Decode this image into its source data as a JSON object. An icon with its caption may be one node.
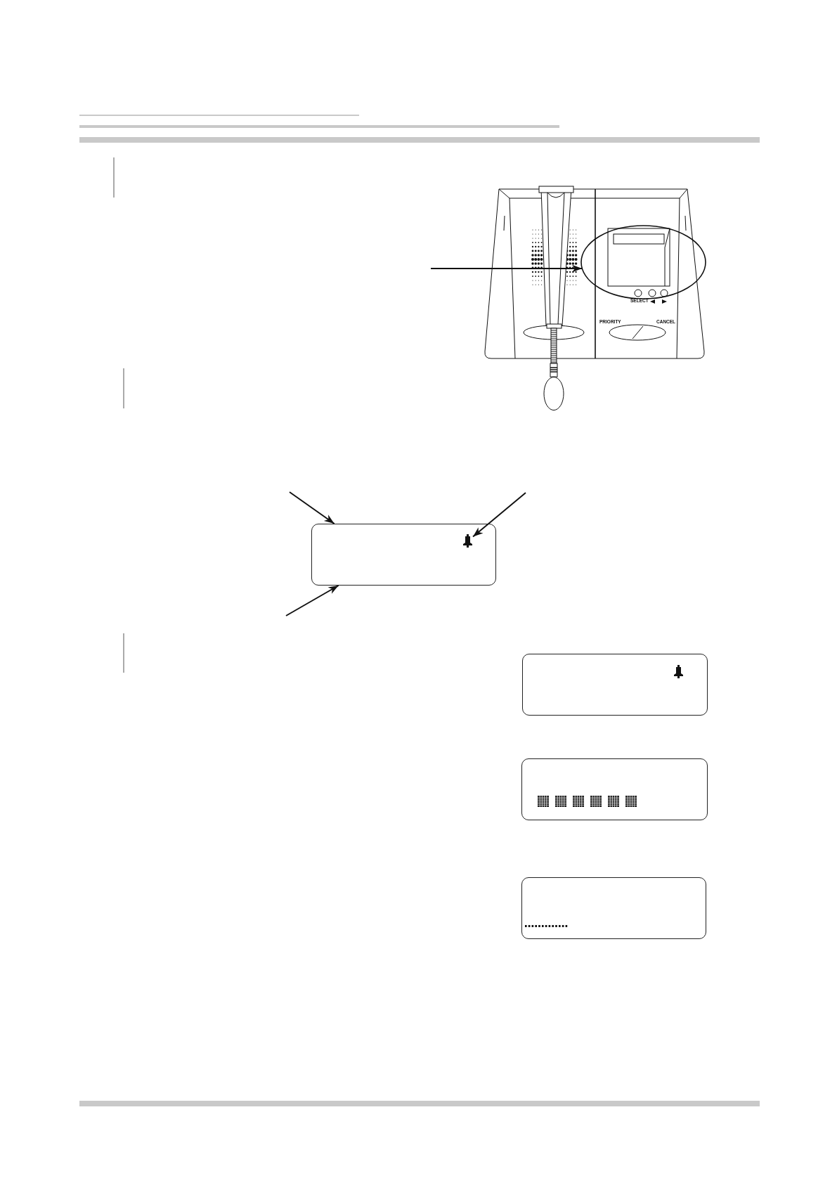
{
  "diagram": {
    "nodes": [
      {
        "text": [],
        "shape": "picture"
      },
      {
        "text": [],
        "shape": "circle",
        "in": 0
      },
      {
        "text": [],
        "shape": "box"
      },
      {
        "text": [],
        "shape": "picture",
        "in": 2
      },
      {
        "text": [],
        "shape": "box"
      },
      {
        "text": [],
        "shape": "picture",
        "in": 4
      },
      {
        "text": [],
        "shape": "box"
      },
      {
        "text": [],
        "shape": "box"
      }
    ],
    "edges": [
      {
        "from": null,
        "to": 1,
        "arrow": "to"
      },
      {
        "from": null,
        "to": 2,
        "arrow": "to"
      },
      {
        "from": null,
        "to": 3,
        "arrow": "to"
      },
      {
        "from": null,
        "to": 2,
        "arrow": "to"
      }
    ],
    "labels": [
      "SELECT",
      "PRIORITY",
      "CANCEL"
    ]
  }
}
